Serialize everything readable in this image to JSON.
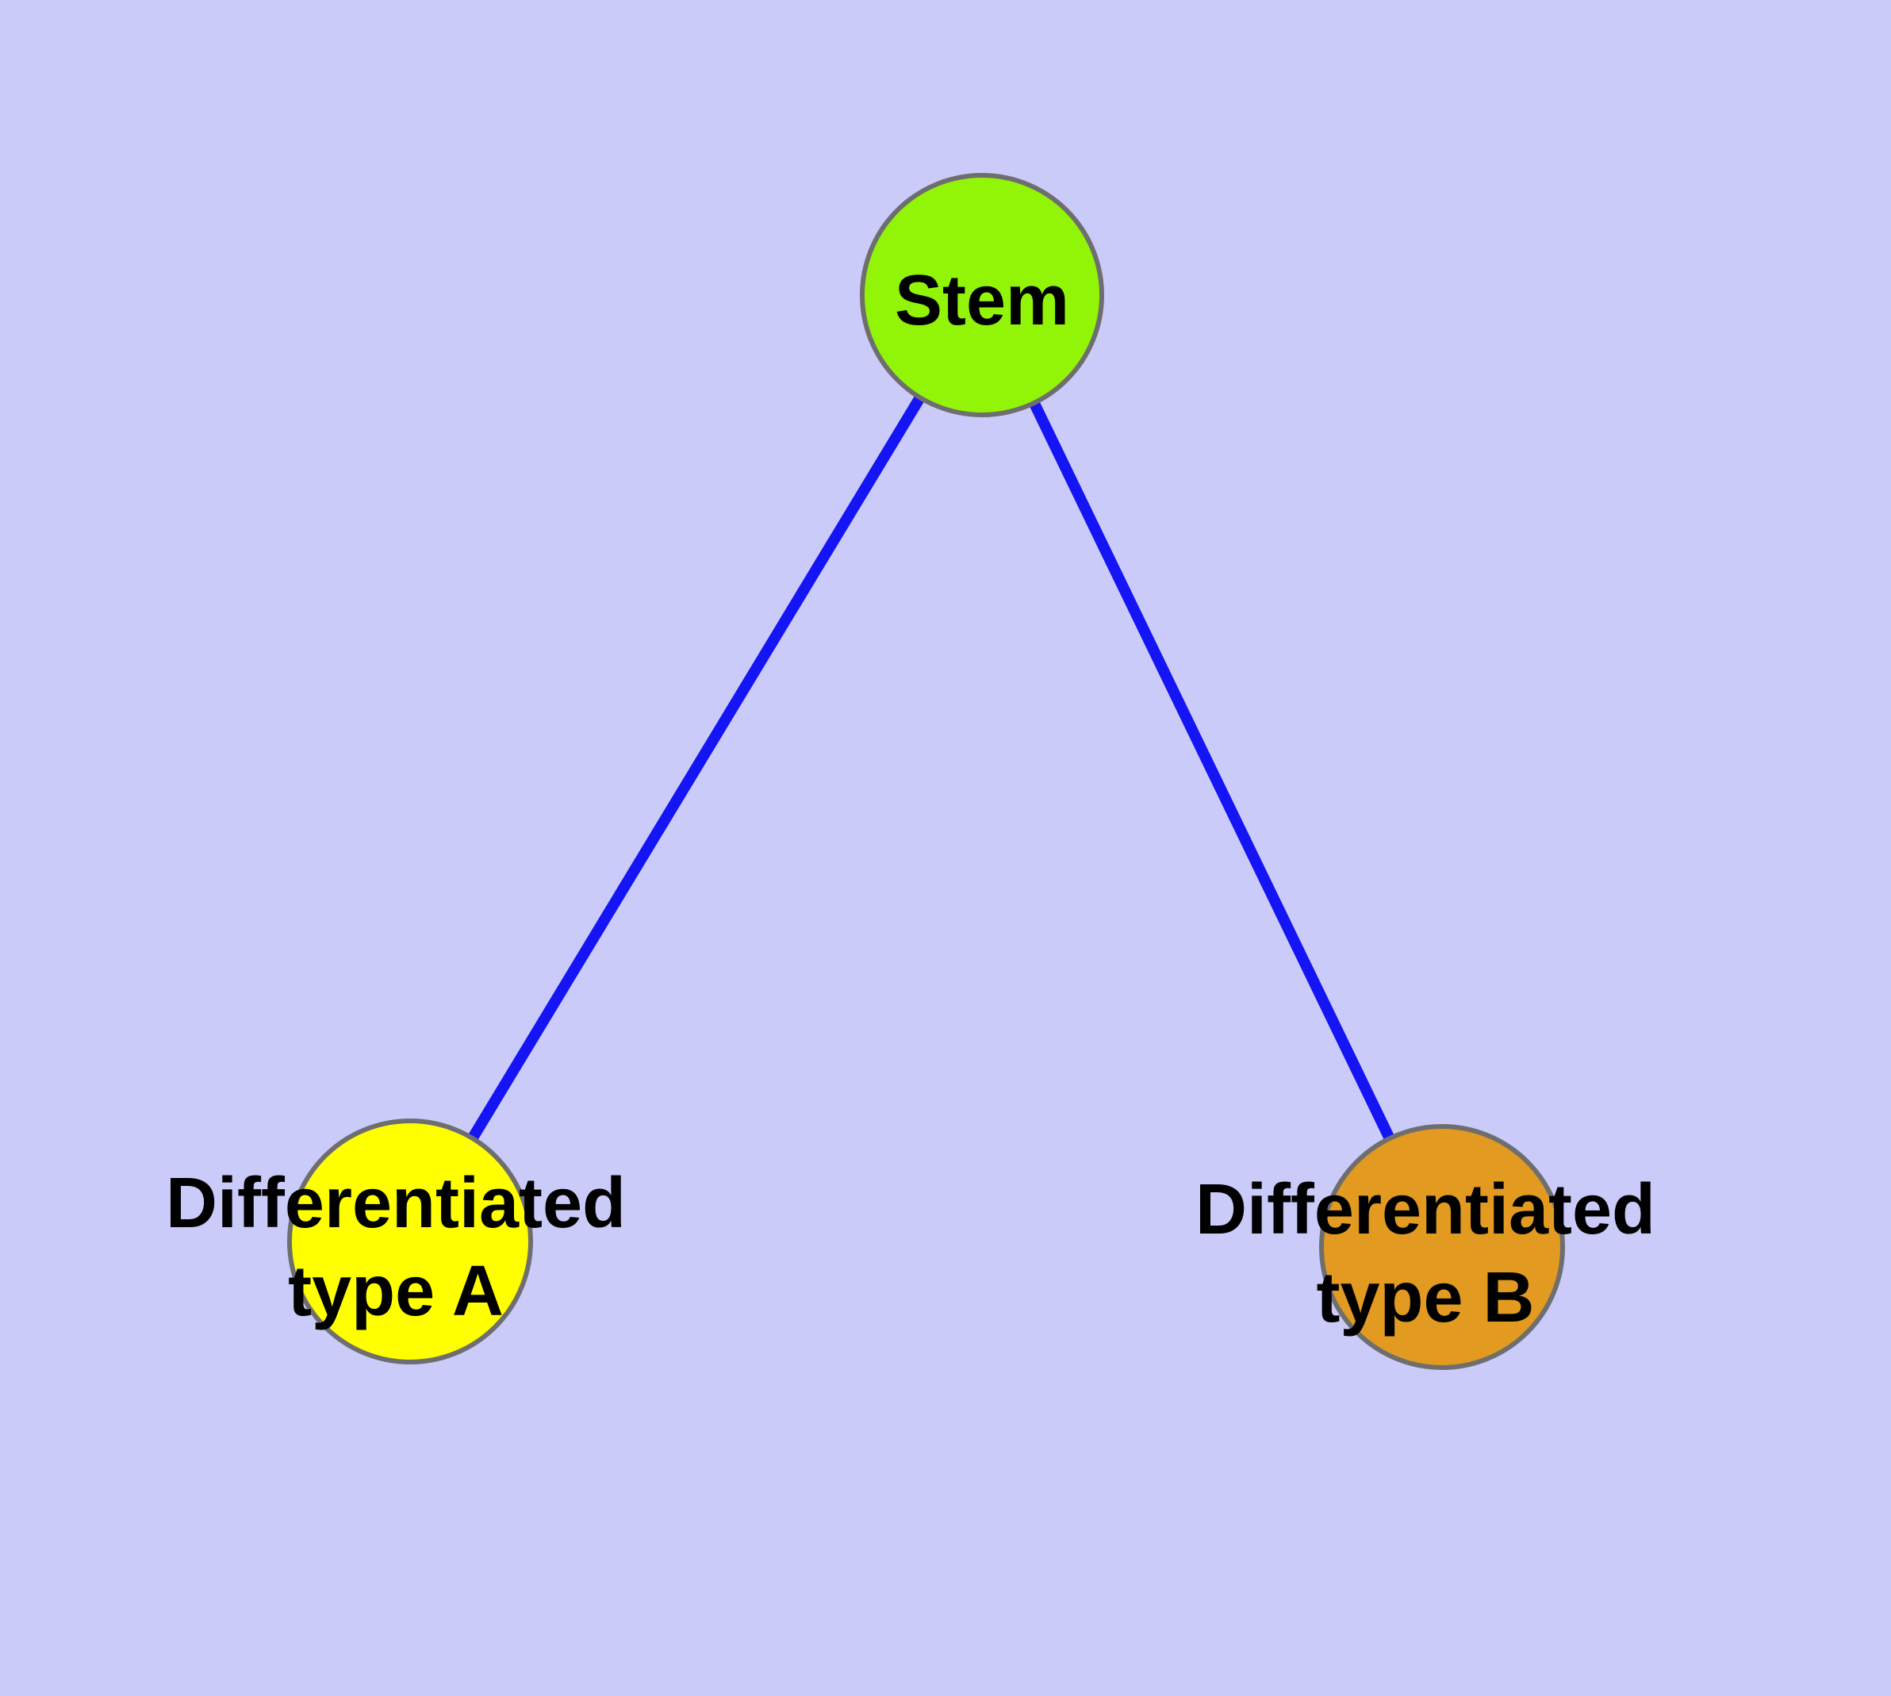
{
  "canvas": {
    "background_color": "#CACBF9"
  },
  "graph": {
    "edge_color": "#1414F5",
    "node_border_color": "#6E6E6E",
    "label_color": "#000000",
    "nodes": [
      {
        "id": "stem",
        "label": "Stem",
        "fill_color": "#92F508"
      },
      {
        "id": "differentiated-type-a",
        "label_line1": "Differentiated",
        "label_line2": "type A",
        "fill_color": "#FFFF00"
      },
      {
        "id": "differentiated-type-b",
        "label_line1": "Differentiated",
        "label_line2": "type B",
        "fill_color": "#E29A20"
      }
    ],
    "edges": [
      {
        "from": "Stem",
        "to": "Differentiated type A"
      },
      {
        "from": "Stem",
        "to": "Differentiated type B"
      }
    ]
  }
}
